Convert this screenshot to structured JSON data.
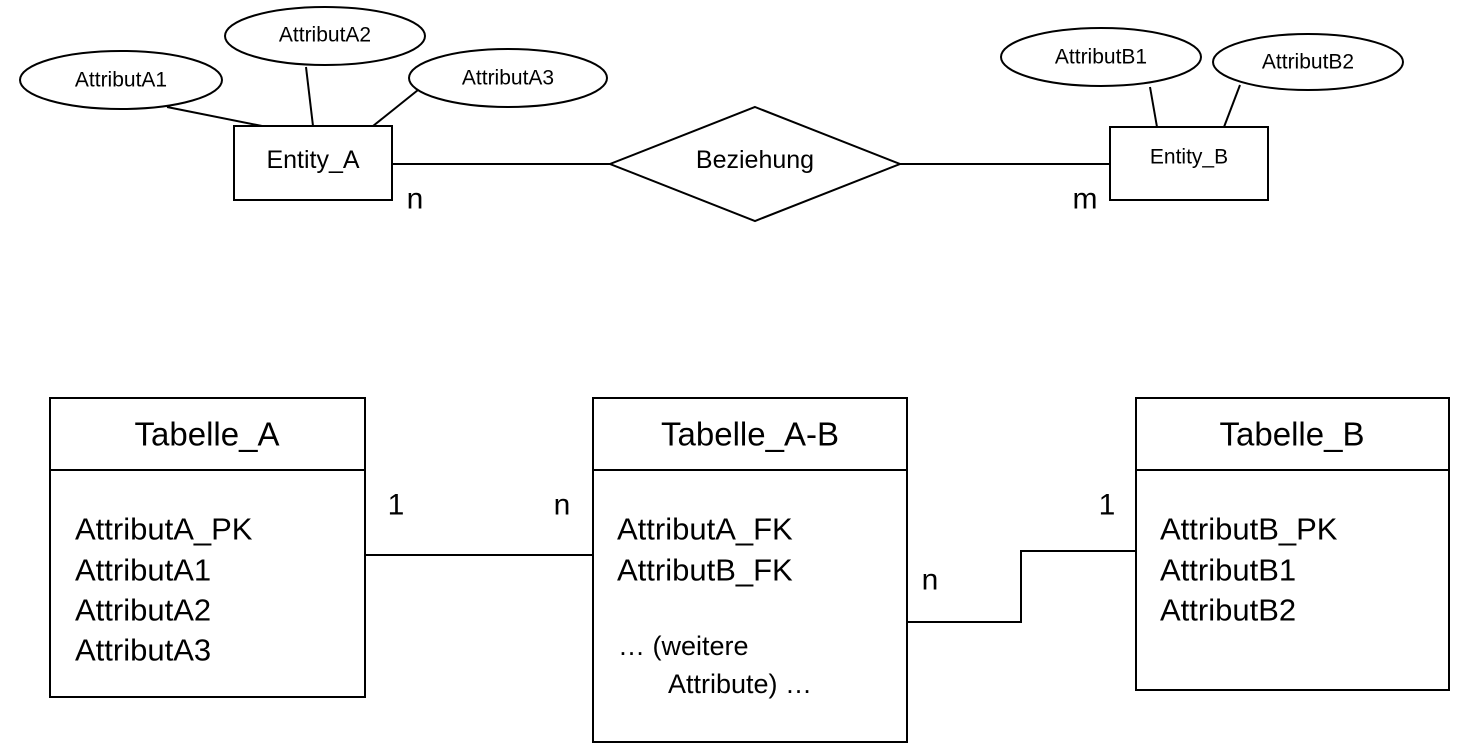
{
  "er_model": {
    "entity_a": {
      "label": "Entity_A",
      "attributes": [
        "AttributA1",
        "AttributA2",
        "AttributA3"
      ],
      "cardinality": "n"
    },
    "relationship": {
      "label": "Beziehung"
    },
    "entity_b": {
      "label": "Entity_B",
      "attributes": [
        "AttributB1",
        "AttributB2"
      ],
      "cardinality": "m"
    }
  },
  "relational_model": {
    "table_a": {
      "title": "Tabelle_A",
      "rows": [
        "AttributA_PK",
        "AttributA1",
        "AttributA2",
        "AttributA3"
      ]
    },
    "table_ab": {
      "title": "Tabelle_A-B",
      "rows": [
        "AttributA_FK",
        "AttributB_FK"
      ],
      "note_line1": "… (weitere",
      "note_line2": "Attribute) …"
    },
    "table_b": {
      "title": "Tabelle_B",
      "rows": [
        "AttributB_PK",
        "AttributB1",
        "AttributB2"
      ]
    },
    "link_a_ab": {
      "card_left": "1",
      "card_right": "n"
    },
    "link_ab_b": {
      "card_left": "n",
      "card_right": "1"
    }
  }
}
